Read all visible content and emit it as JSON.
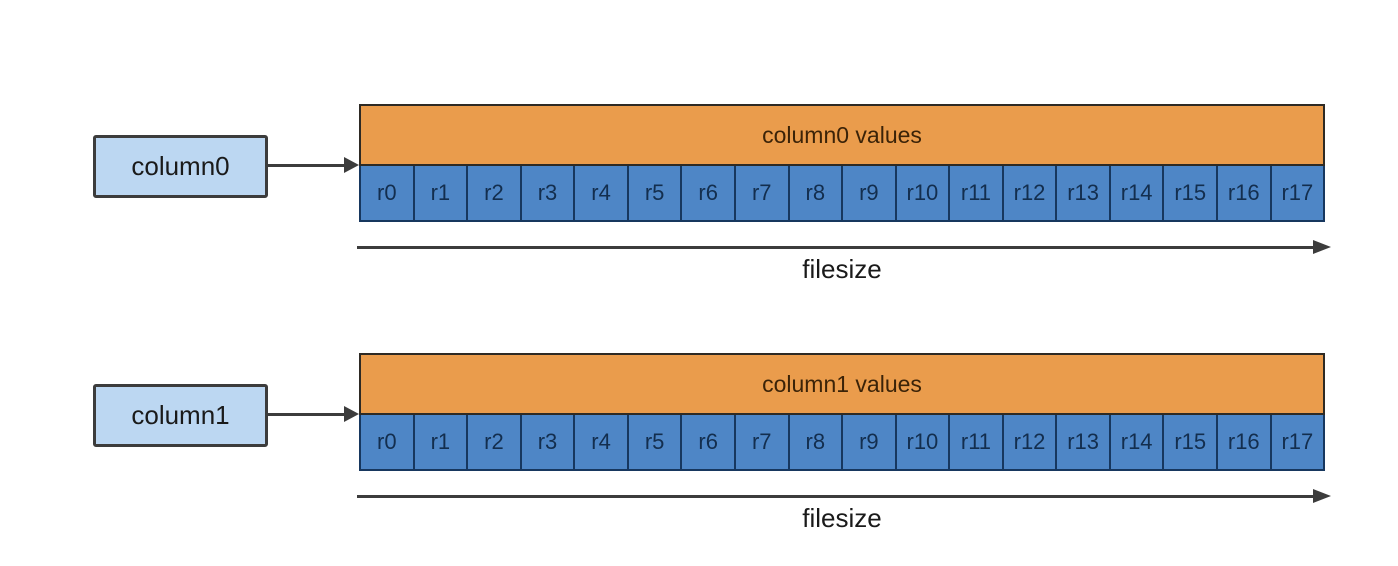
{
  "diagram": {
    "colors": {
      "pointer_box_fill": "#BCD7F2",
      "pointer_box_border": "#3C3C3C",
      "header_fill": "#EA9C4C",
      "header_border": "#2E2A24",
      "header_text": "#3B2308",
      "cell_fill": "#4E86C6",
      "cell_border": "#17375E",
      "cell_text": "#132E4E",
      "arrow_color": "#3C3C3C"
    },
    "groups": [
      {
        "pointer_label": "column0",
        "header": "column0 values",
        "cells": [
          "r0",
          "r1",
          "r2",
          "r3",
          "r4",
          "r5",
          "r6",
          "r7",
          "r8",
          "r9",
          "r10",
          "r11",
          "r12",
          "r13",
          "r14",
          "r15",
          "r16",
          "r17"
        ],
        "axis_label": "filesize"
      },
      {
        "pointer_label": "column1",
        "header": "column1 values",
        "cells": [
          "r0",
          "r1",
          "r2",
          "r3",
          "r4",
          "r5",
          "r6",
          "r7",
          "r8",
          "r9",
          "r10",
          "r11",
          "r12",
          "r13",
          "r14",
          "r15",
          "r16",
          "r17"
        ],
        "axis_label": "filesize"
      }
    ]
  }
}
